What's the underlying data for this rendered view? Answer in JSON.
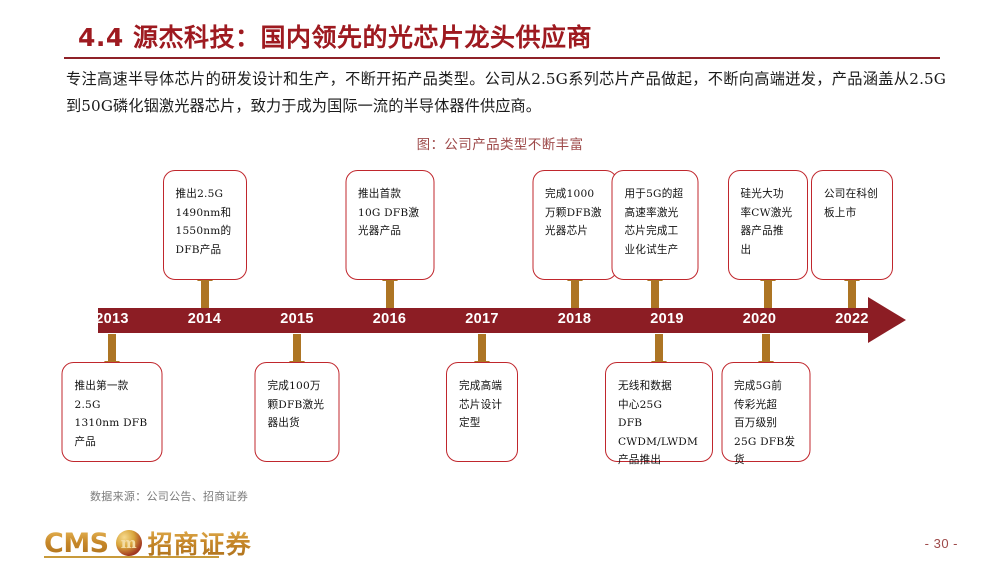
{
  "header": {
    "title": "4.4  源杰科技：国内领先的光芯片龙头供应商",
    "accent_color": "#9e1a20"
  },
  "body": {
    "paragraph": "专注高速半导体芯片的研发设计和生产，不断开拓产品类型。公司从2.5G系列芯片产品做起，不断向高端迸发，产品涵盖从2.5G到50G磷化铟激光器芯片，致力于成为国际一流的半导体器件供应商。"
  },
  "figure": {
    "caption": "图：公司产品类型不断丰富",
    "caption_color": "#9e4a4a",
    "source_note": "数据来源：公司公告、招商证券",
    "bar_color": "#8c1d24",
    "connector_color": "#ad7524",
    "box_border_color": "#c0272d"
  },
  "chart_data": {
    "type": "timeline",
    "title": "图：公司产品类型不断丰富",
    "axis_years": [
      "2013",
      "2014",
      "2015",
      "2016",
      "2017",
      "2018",
      "2019",
      "2020",
      "2022"
    ],
    "events": [
      {
        "year": "2013",
        "position": "below",
        "lines": [
          "推出第一款",
          "2.5G",
          "1310nm DFB",
          "产品"
        ]
      },
      {
        "year": "2014",
        "position": "above",
        "lines": [
          "推出2.5G",
          "1490nm和",
          "1550nm的",
          "DFB产品"
        ]
      },
      {
        "year": "2015",
        "position": "below",
        "lines": [
          "完成100万",
          "颗DFB激光",
          "器出货"
        ]
      },
      {
        "year": "2016",
        "position": "above",
        "lines": [
          "推出首款",
          "10G DFB激",
          "光器产品"
        ]
      },
      {
        "year": "2017",
        "position": "below",
        "lines": [
          "完成高端",
          "芯片设计",
          "定型"
        ]
      },
      {
        "year": "2018",
        "position": "above",
        "lines": [
          "完成1000",
          "万颗DFB激",
          "光器芯片"
        ]
      },
      {
        "year": "2019",
        "position": "above",
        "lines": [
          "用于5G的超",
          "高速率激光",
          "芯片完成工",
          "业化试生产"
        ]
      },
      {
        "year": "2019",
        "position": "below",
        "lines": [
          "无线和数据",
          "中心25G",
          "DFB",
          "CWDM/LWDM",
          "产品推出"
        ]
      },
      {
        "year": "2020",
        "position": "above",
        "lines": [
          "硅光大功",
          "率CW激光",
          "器产品推",
          "出"
        ]
      },
      {
        "year": "2020",
        "position": "below",
        "lines": [
          "完成5G前",
          "传彩光超",
          "百万级别",
          "25G DFB发",
          "货"
        ]
      },
      {
        "year": "2022",
        "position": "above",
        "lines": [
          "公司在科创",
          "板上市"
        ]
      }
    ]
  },
  "footer": {
    "logo_latin": "CMS",
    "logo_mark": "m",
    "logo_chinese": "招商证券",
    "page_number": "- 30 -",
    "logo_color": "#c8892a"
  }
}
